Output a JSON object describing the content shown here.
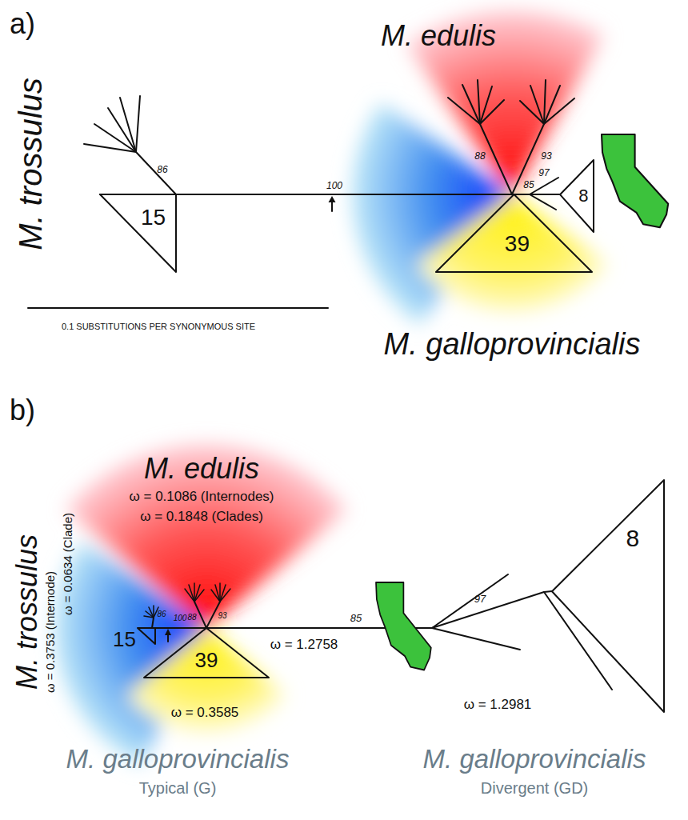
{
  "diagram": {
    "nodes": [
      {
        "text": [
          "15"
        ]
      },
      {
        "text": [
          "39"
        ]
      },
      {
        "text": [
          "8"
        ]
      },
      {
        "text": [
          "15"
        ]
      },
      {
        "text": [
          "39"
        ]
      },
      {
        "text": [
          "8"
        ]
      }
    ],
    "labels": [
      "a)",
      "M. trossulus",
      "M. edulis",
      "86",
      "100",
      "88",
      "93",
      "97",
      "85",
      "M. galloprovincialis",
      "0.1 SUBSTITUTIONS PER SYNONYMOUS SITE",
      "b)",
      "M. edulis",
      "ω = 0.1086 (Internodes)",
      "ω = 0.1848 (Clades)",
      "M. trossulus",
      "ω = 0.3753 (Internode)",
      "ω = 0.0634 (Clade)",
      "86",
      "100",
      "88",
      "93",
      "85",
      "ω = 1.2758",
      "97",
      "ω = 0.3585",
      "ω = 1.2981",
      "M. galloprovincialis",
      "Typical (G)",
      "M. galloprovincialis",
      "Divergent (GD)"
    ]
  }
}
